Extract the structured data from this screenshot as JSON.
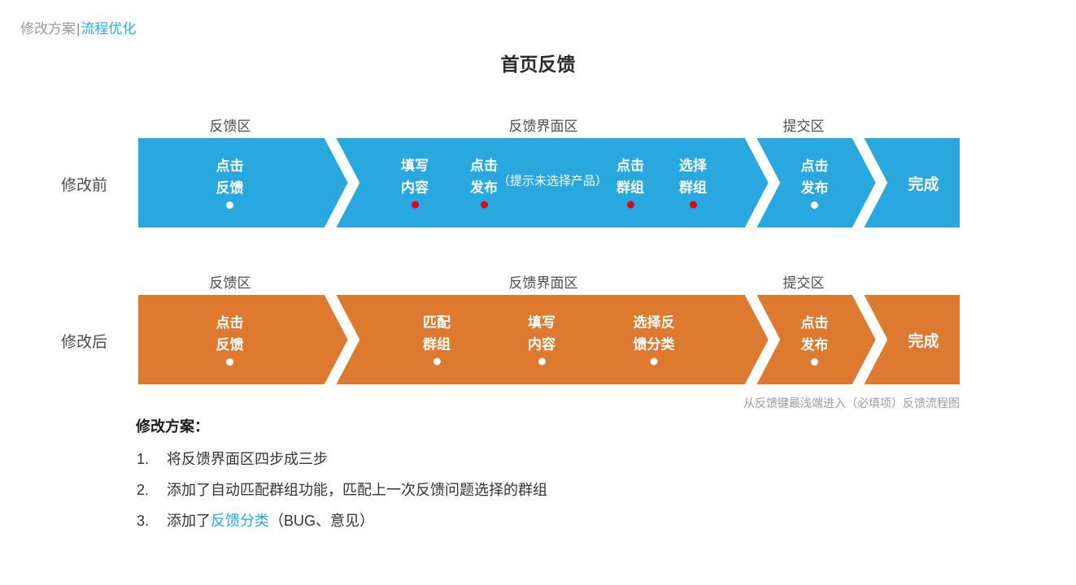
{
  "header": {
    "left_gray": "修改方案",
    "divider": "|",
    "left_cyan": "流程优化"
  },
  "title": "首页反馈",
  "colors": {
    "blue": "#29a7df",
    "orange": "#de7a30",
    "red_dot": "#e60012",
    "cyan": "#29abe2"
  },
  "area_labels": {
    "feedback": "反馈区",
    "interface": "反馈界面区",
    "submit": "提交区"
  },
  "flow_before": {
    "row_label": "修改前",
    "steps": [
      {
        "id": "click-feedback",
        "line1": "点击",
        "line2": "反馈",
        "dot": "white"
      },
      {
        "id": "fill-content",
        "line1": "填写",
        "line2": "内容",
        "dot": "red"
      },
      {
        "id": "click-publish",
        "line1": "点击",
        "line2": "发布",
        "dot": "red",
        "note": "（提示未选择产品）"
      },
      {
        "id": "click-group",
        "line1": "点击",
        "line2": "群组",
        "dot": "red"
      },
      {
        "id": "select-group",
        "line1": "选择",
        "line2": "群组",
        "dot": "red"
      },
      {
        "id": "click-publish-2",
        "line1": "点击",
        "line2": "发布",
        "dot": "white"
      },
      {
        "id": "done",
        "label": "完成"
      }
    ]
  },
  "flow_after": {
    "row_label": "修改后",
    "steps": [
      {
        "id": "click-feedback",
        "line1": "点击",
        "line2": "反馈",
        "dot": "white"
      },
      {
        "id": "match-group",
        "line1": "匹配",
        "line2": "群组",
        "dot": "white"
      },
      {
        "id": "fill-content",
        "line1": "填写",
        "line2": "内容",
        "dot": "white"
      },
      {
        "id": "select-category",
        "line1": "选择反",
        "line2": "馈分类",
        "dot": "white"
      },
      {
        "id": "click-publish",
        "line1": "点击",
        "line2": "发布",
        "dot": "white"
      },
      {
        "id": "done",
        "label": "完成"
      }
    ]
  },
  "caption": "从反馈键最浅端进入（必填项）反馈流程图",
  "notes": {
    "heading": "修改方案：",
    "items": [
      {
        "num": "1.",
        "text": "将反馈界面区四步成三步"
      },
      {
        "num": "2.",
        "text": "添加了自动匹配群组功能，匹配上一次反馈问题选择的群组"
      },
      {
        "num": "3.",
        "prefix": "添加了",
        "link": "反馈分类",
        "suffix": "（BUG、意见）"
      }
    ]
  }
}
